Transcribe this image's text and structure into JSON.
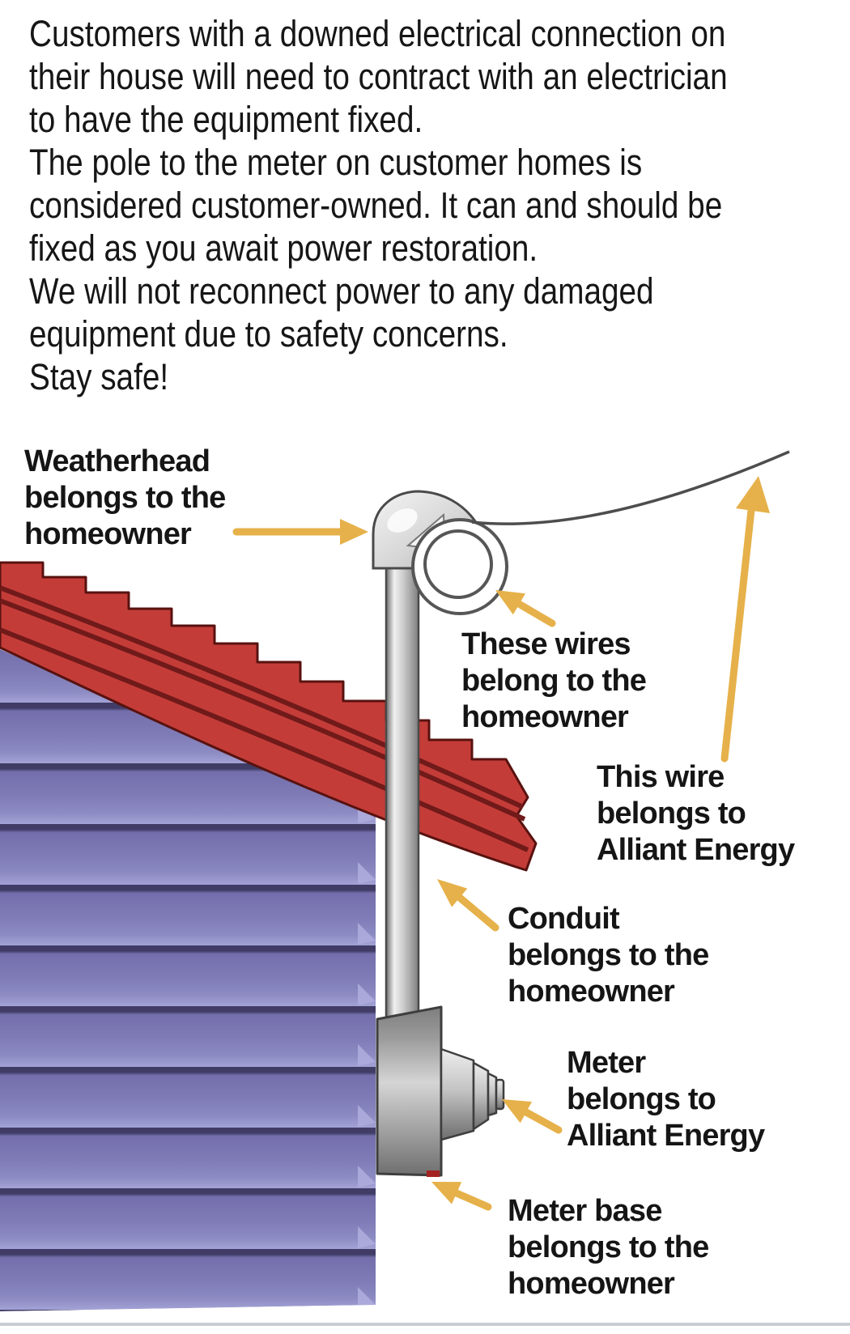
{
  "intro": {
    "lines": [
      "Customers with a downed electrical connection on",
      "their house will need to contract with an electrician",
      "to have the equipment fixed.",
      "The pole to the meter on customer homes is",
      "considered customer-owned. It can and should be",
      "fixed as you await power restoration.",
      "We will not reconnect power to any damaged",
      "equipment due to safety concerns.",
      "Stay safe!"
    ]
  },
  "diagram": {
    "labels": {
      "weatherhead": {
        "lines": [
          "Weatherhead",
          "belongs to the",
          "homeowner"
        ]
      },
      "these_wires": {
        "lines": [
          "These wires",
          "belong to the",
          "homeowner"
        ]
      },
      "this_wire": {
        "lines": [
          "This wire",
          "belongs to",
          "Alliant Energy"
        ]
      },
      "conduit": {
        "lines": [
          "Conduit",
          "belongs to the",
          "homeowner"
        ]
      },
      "meter": {
        "lines": [
          "Meter",
          "belongs to",
          "Alliant Energy"
        ]
      },
      "meter_base": {
        "lines": [
          "Meter base",
          "belongs to the",
          "homeowner"
        ]
      }
    }
  },
  "palette": {
    "arrow_yellow": "#E6B14A",
    "roof_red": "#C43C38",
    "roof_stripe": "#701A1A",
    "siding_purple": "#7B77B1",
    "siding_light": "#A3A2D6",
    "siding_separator": "#403C66",
    "metal_gray": "#C9C9C9",
    "text_black": "#161616",
    "divider_gray": "#C8CED4",
    "background": "#FFFFFF"
  }
}
